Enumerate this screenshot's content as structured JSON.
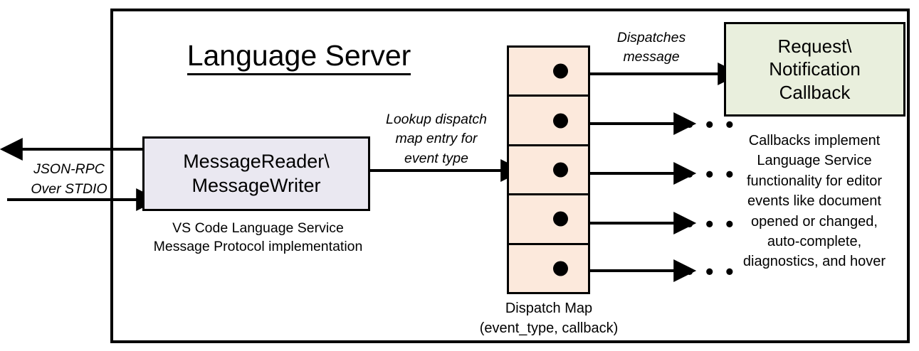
{
  "diagram": {
    "title": "Language Server",
    "container_name": "Language Server"
  },
  "left_channel": {
    "label_line1": "JSON-RPC",
    "label_line2": "Over STDIO",
    "outbound_arrow": "arrow-left",
    "inbound_arrow": "arrow-right"
  },
  "message_io": {
    "line1": "MessageReader\\",
    "line2": "MessageWriter",
    "caption_line1": "VS Code Language Service",
    "caption_line2": "Message Protocol implementation"
  },
  "lookup": {
    "line1": "Lookup dispatch",
    "line2": "map entry for",
    "line3": "event type"
  },
  "dispatch_map": {
    "caption_line1": "Dispatch Map",
    "caption_line2": "(event_type, callback)",
    "row_count": 5,
    "rows": [
      {
        "dot": "entry-dot",
        "target": "callback-box",
        "ellipsis": ""
      },
      {
        "dot": "entry-dot",
        "target": "ellipsis",
        "ellipsis": "• • •"
      },
      {
        "dot": "entry-dot",
        "target": "ellipsis",
        "ellipsis": "• • •"
      },
      {
        "dot": "entry-dot",
        "target": "ellipsis",
        "ellipsis": "• • •"
      },
      {
        "dot": "entry-dot",
        "target": "ellipsis",
        "ellipsis": "• • •"
      }
    ]
  },
  "dispatch_message": {
    "line1": "Dispatches",
    "line2": "message"
  },
  "callback": {
    "line1": "Request\\",
    "line2": "Notification",
    "line3": "Callback",
    "caption_line1": "Callbacks implement",
    "caption_line2": "Language Service",
    "caption_line3": "functionality for editor",
    "caption_line4": "events like document",
    "caption_line5": "opened or changed,",
    "caption_line6": "auto-complete,",
    "caption_line7": "diagnostics, and hover"
  },
  "colors": {
    "background": "#ffffff",
    "stroke": "#000000",
    "message_io_fill": "#eae8f1",
    "dispatch_map_fill": "#fce9dc",
    "callback_fill": "#e9efdd"
  }
}
